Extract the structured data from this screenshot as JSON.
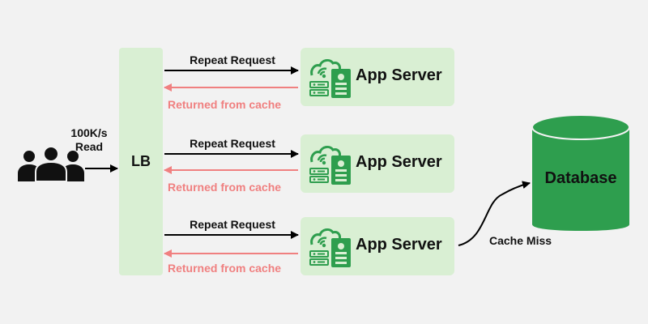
{
  "users": {
    "icon": "users-icon",
    "rate_label": "100K/s",
    "read_label": "Read"
  },
  "load_balancer": {
    "label": "LB"
  },
  "servers": [
    {
      "label": "App Server",
      "request_label": "Repeat Request",
      "return_label": "Returned from cache"
    },
    {
      "label": "App Server",
      "request_label": "Repeat Request",
      "return_label": "Returned from cache"
    },
    {
      "label": "App Server",
      "request_label": "Repeat Request",
      "return_label": "Returned from cache"
    }
  ],
  "server_icon": "cloud-server-icon",
  "database": {
    "label": "Database",
    "icon": "database-cylinder-icon"
  },
  "cache_miss_label": "Cache Miss",
  "colors": {
    "background": "#f2f2f2",
    "box_fill": "#d9efd3",
    "server_icon": "#2e9e4e",
    "database": "#2e9e4e",
    "return_arrow": "#f08080",
    "request_arrow": "#000000"
  }
}
